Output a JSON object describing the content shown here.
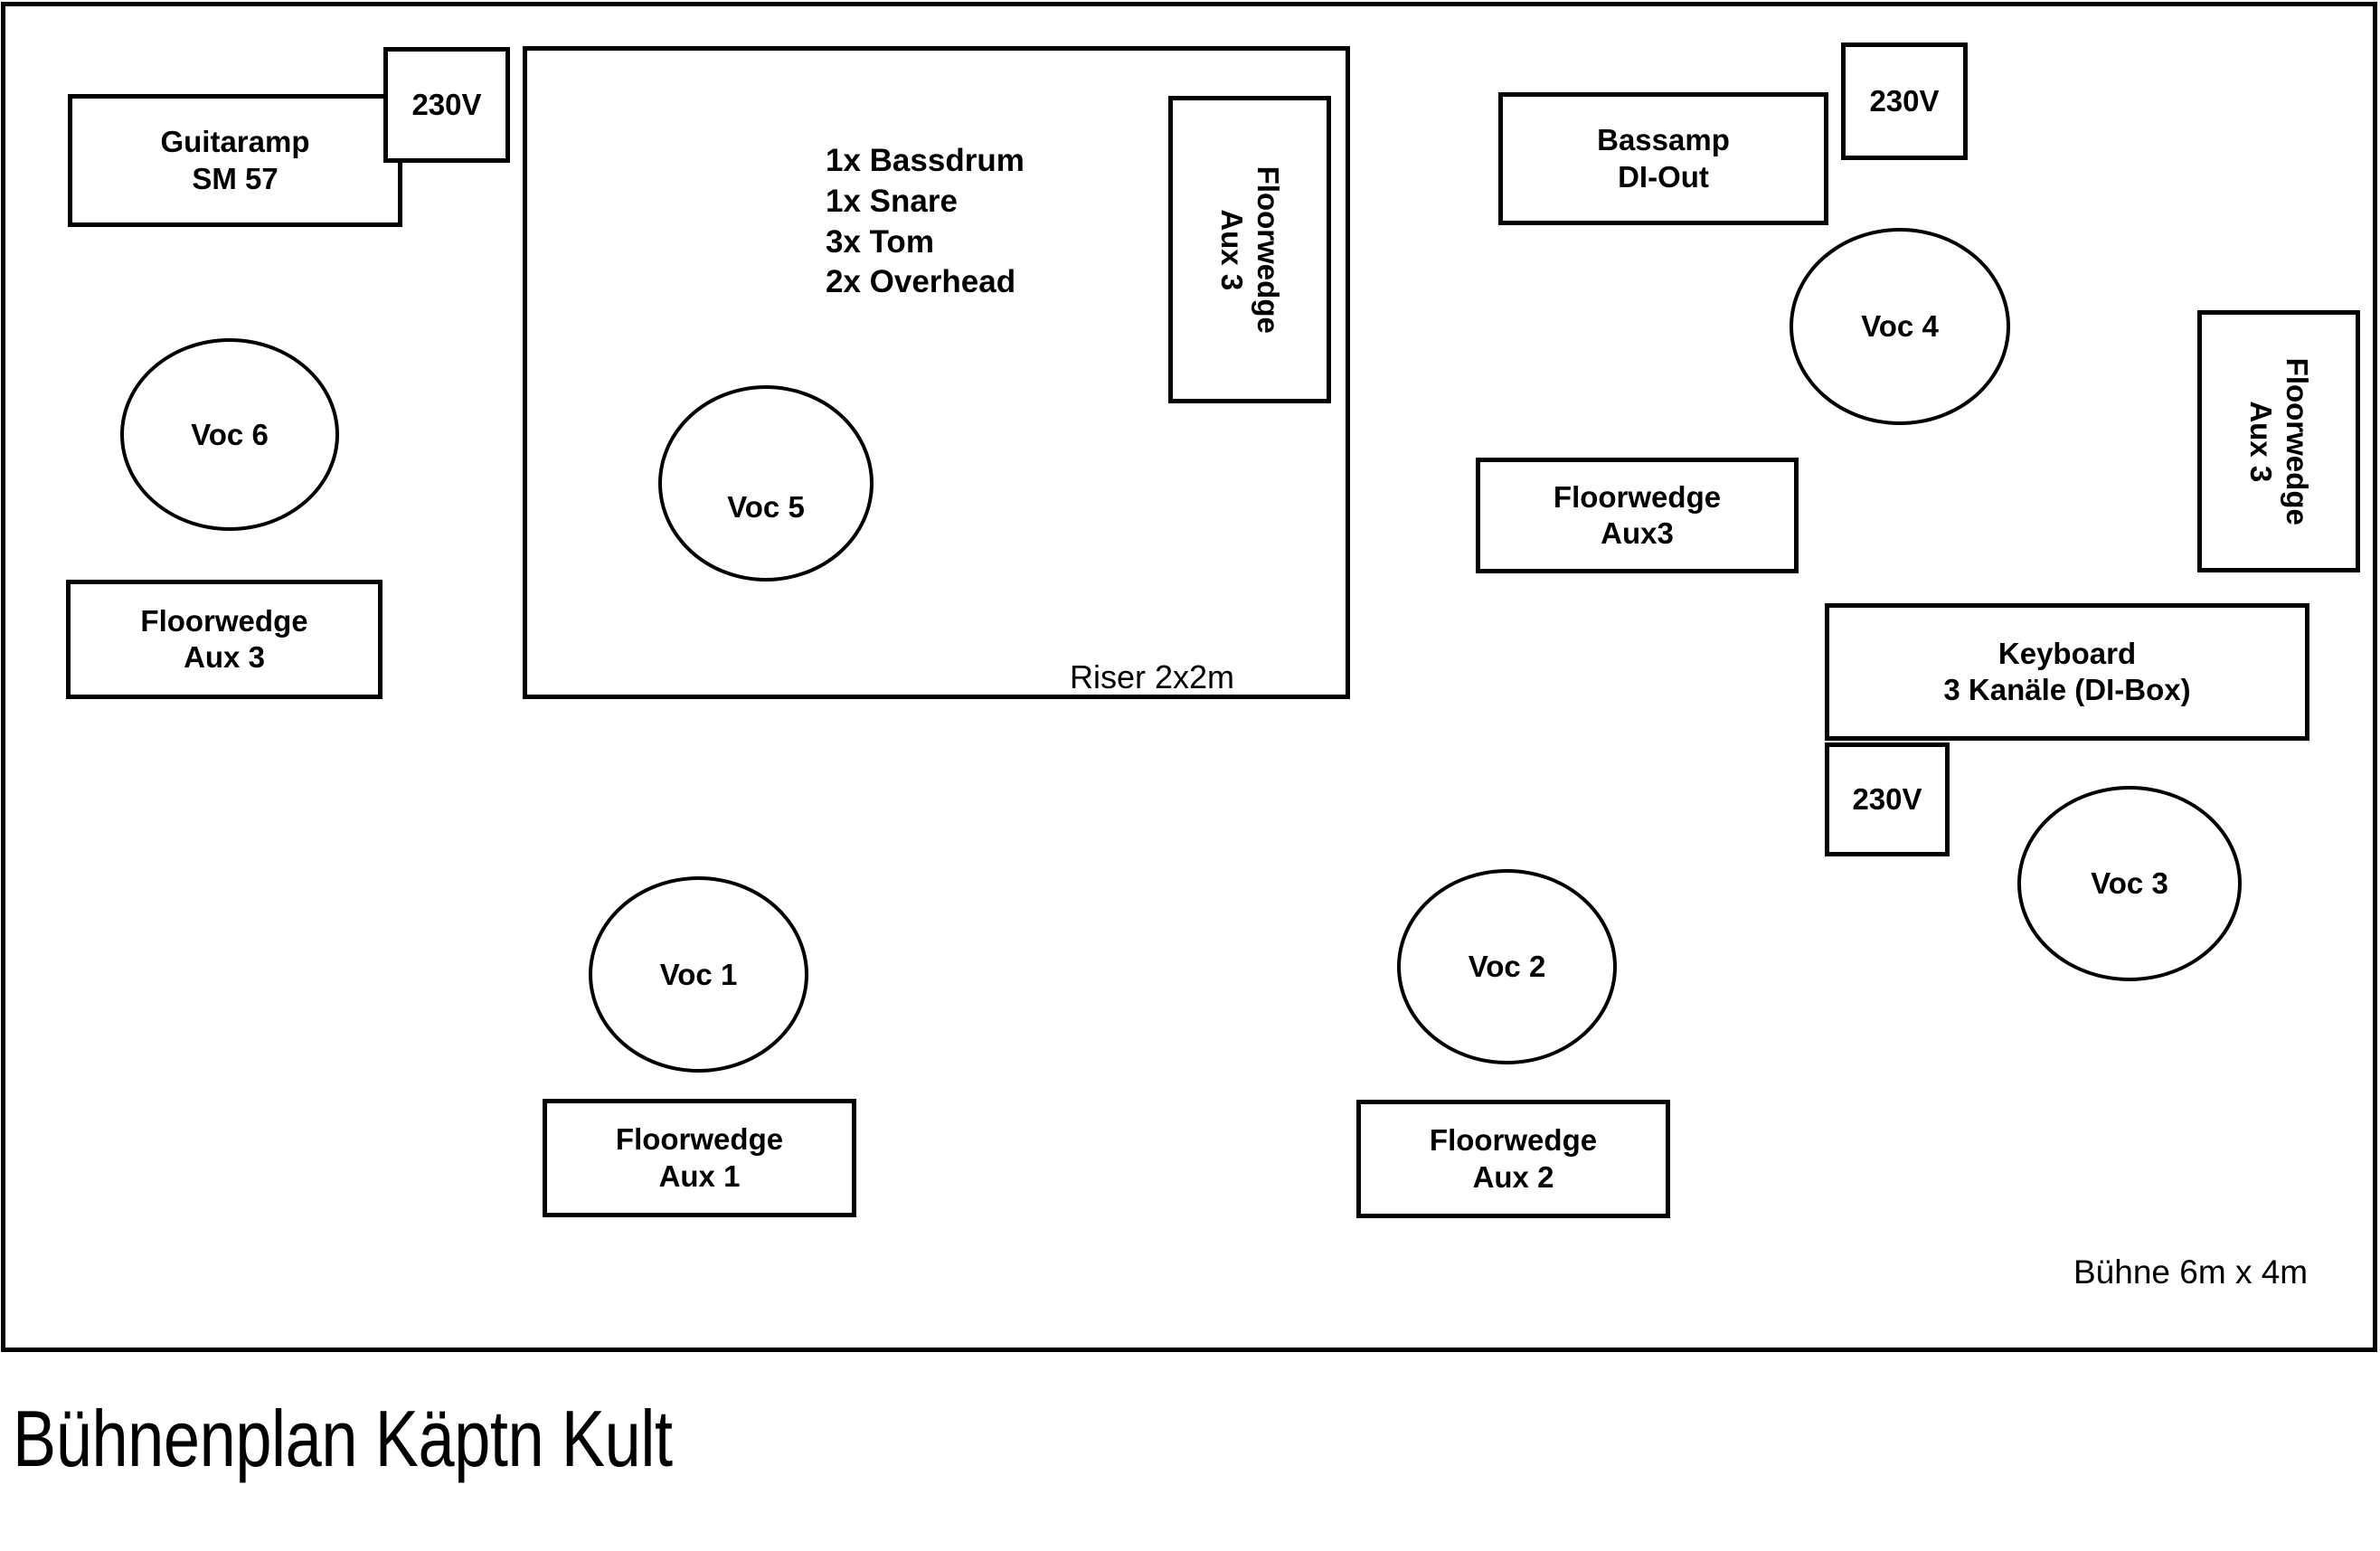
{
  "page": {
    "title": "Bühnenplan Käptn Kult"
  },
  "stage": {
    "dimension_label": "Bühne 6m x 4m",
    "riser_label": "Riser 2x2m"
  },
  "drumkit": {
    "items": [
      "1x Bassdrum",
      "1x Snare",
      "3x Tom",
      "2x Overhead"
    ]
  },
  "power": {
    "guitaramp_outlet": "230V",
    "bassamp_outlet": "230V",
    "keyboard_outlet": "230V"
  },
  "equipment": {
    "guitaramp": {
      "line1": "Guitaramp",
      "line2": "SM 57"
    },
    "bassamp": {
      "line1": "Bassamp",
      "line2": "DI-Out"
    },
    "keyboard": {
      "line1": "Keyboard",
      "line2": "3 Kanäle (DI-Box)"
    }
  },
  "wedges": {
    "drum_riser": {
      "line1": "Floorwedge",
      "line2": "Aux 3"
    },
    "left": {
      "line1": "Floorwedge",
      "line2": "Aux 3"
    },
    "right_rotated": {
      "line1": "Floorwedge",
      "line2": "Aux 3"
    },
    "bassamp_side": {
      "line1": "Floorwedge",
      "line2": "Aux3"
    },
    "front_left": {
      "line1": "Floorwedge",
      "line2": "Aux 1"
    },
    "front_right": {
      "line1": "Floorwedge",
      "line2": "Aux 2"
    }
  },
  "vocals": {
    "voc1": "Voc 1",
    "voc2": "Voc 2",
    "voc3": "Voc 3",
    "voc4": "Voc 4",
    "voc5": "Voc 5",
    "voc6": "Voc 6"
  }
}
